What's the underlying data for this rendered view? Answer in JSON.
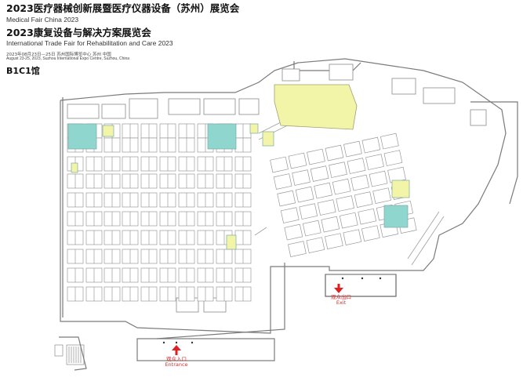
{
  "header": {
    "title_cn": "2023医疗器械创新展暨医疗仪器设备（苏州）展览会",
    "title_en": "Medical Fair China 2023",
    "subtitle_cn": "2023康复设备与解决方案展览会",
    "subtitle_en": "International Trade Fair for Rehabilitation and Care 2023",
    "date_cn": "2023年08月23日—25日  苏州国际博览中心  苏州  中国",
    "date_en": "August 23-25, 2023, Suzhou International Expo Centre, Suzhou, China"
  },
  "hall_name": "B1C1馆",
  "markers": {
    "exit_cn": "观众出口",
    "exit_en": "Exit",
    "entrance_cn": "观众入口",
    "entrance_en": "Entrance"
  },
  "colors": {
    "wall": "#7a7a7a",
    "booth_line": "#9a9a9a",
    "yellow_booth": "#f2f5a8",
    "teal_booth": "#8fd6cf",
    "arrow_red": "#e02020"
  }
}
